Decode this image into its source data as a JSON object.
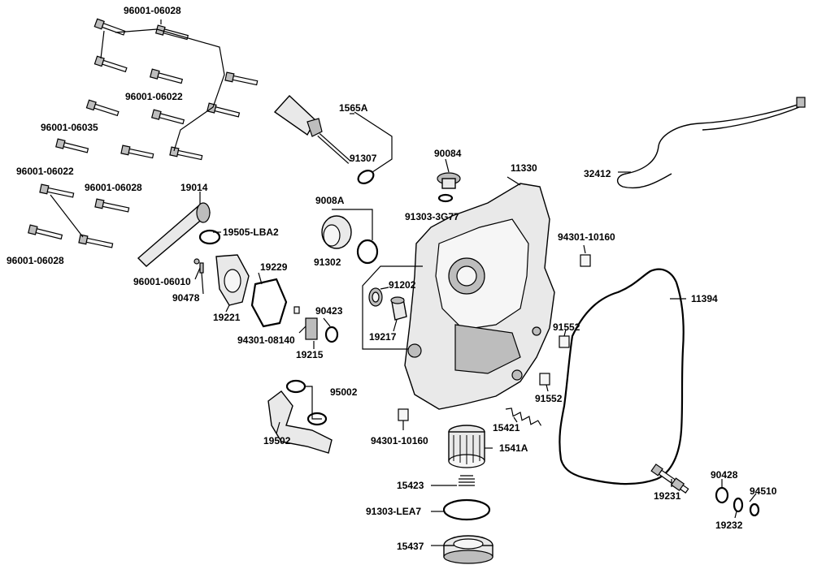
{
  "labels": {
    "p96001_06028_top": "96001-06028",
    "p96001_06022_mid": "96001-06022",
    "p96001_06035": "96001-06035",
    "p96001_06022_left": "96001-06022",
    "p96001_06028_mid": "96001-06028",
    "p96001_06028_bottom": "96001-06028",
    "p1565A": "1565A",
    "p91307": "91307",
    "p90084": "90084",
    "p91303_3G77": "91303-3G77",
    "p11330": "11330",
    "p32412": "32412",
    "p19014": "19014",
    "p19505_LBA2": "19505-LBA2",
    "p9008A": "9008A",
    "p91302": "91302",
    "p94301_10160_top": "94301-10160",
    "p96001_06010": "96001-06010",
    "p90478": "90478",
    "p19229": "19229",
    "p91202": "91202",
    "p11394": "11394",
    "p19221": "19221",
    "p90423": "90423",
    "p94301_08140": "94301-08140",
    "p19217": "19217",
    "p91552_top": "91552",
    "p19215": "19215",
    "p91552_bottom": "91552",
    "p95002": "95002",
    "p15421": "15421",
    "p19502": "19502",
    "p94301_10160_bottom": "94301-10160",
    "p1541A": "1541A",
    "p15423": "15423",
    "p90428": "90428",
    "p94510": "94510",
    "p91303_LEA7": "91303-LEA7",
    "p19231": "19231",
    "p19232": "19232",
    "p15437": "15437"
  }
}
